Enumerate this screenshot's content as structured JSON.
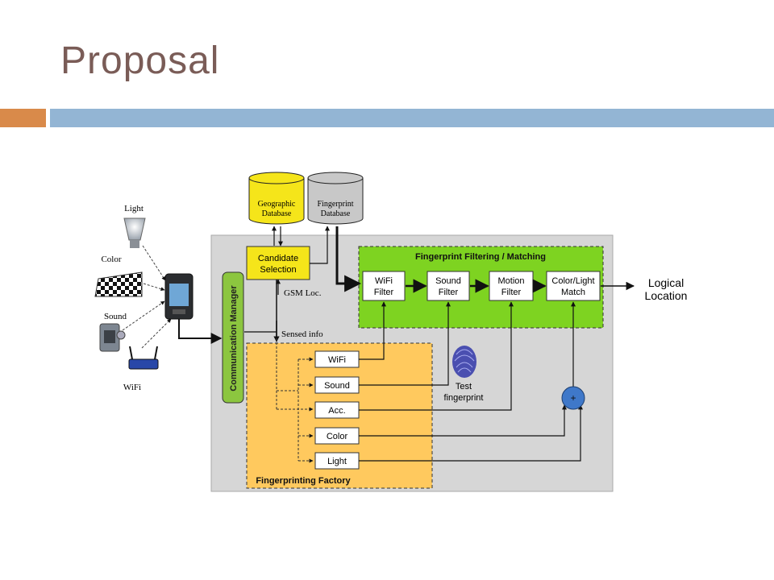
{
  "slide": {
    "title": "Proposal"
  },
  "diagram": {
    "sources": {
      "light": "Light",
      "color": "Color",
      "sound": "Sound",
      "wifi": "WiFi"
    },
    "databases": {
      "geographic": [
        "Geographic",
        "Database"
      ],
      "fingerprint": [
        "Fingerprint",
        "Database"
      ]
    },
    "candidate_selection": [
      "Candidate",
      "Selection"
    ],
    "communication_manager": "Communication Manager",
    "gsm_loc": "GSM Loc.",
    "sensed_info": "Sensed info",
    "matching_panel": {
      "title": "Fingerprint Filtering / Matching",
      "filters": [
        [
          "WiFi",
          "Filter"
        ],
        [
          "Sound",
          "Filter"
        ],
        [
          "Motion",
          "Filter"
        ],
        [
          "Color/Light",
          "Match"
        ]
      ]
    },
    "output": [
      "Logical",
      "Location"
    ],
    "factory_panel": {
      "title": "Fingerprinting Factory",
      "sensors": [
        "WiFi",
        "Sound",
        "Acc.",
        "Color",
        "Light"
      ]
    },
    "test_fingerprint": [
      "Test",
      "fingerprint"
    ],
    "combiner": "+",
    "colors": {
      "yellow": "#f5e51a",
      "green": "#7ed321",
      "orange": "#ffc95e",
      "gray_panel": "#d6d6d6",
      "db_gray": "#c8c8c8",
      "comm_green": "#8cc63f",
      "combiner_blue": "#3f78c9"
    }
  }
}
